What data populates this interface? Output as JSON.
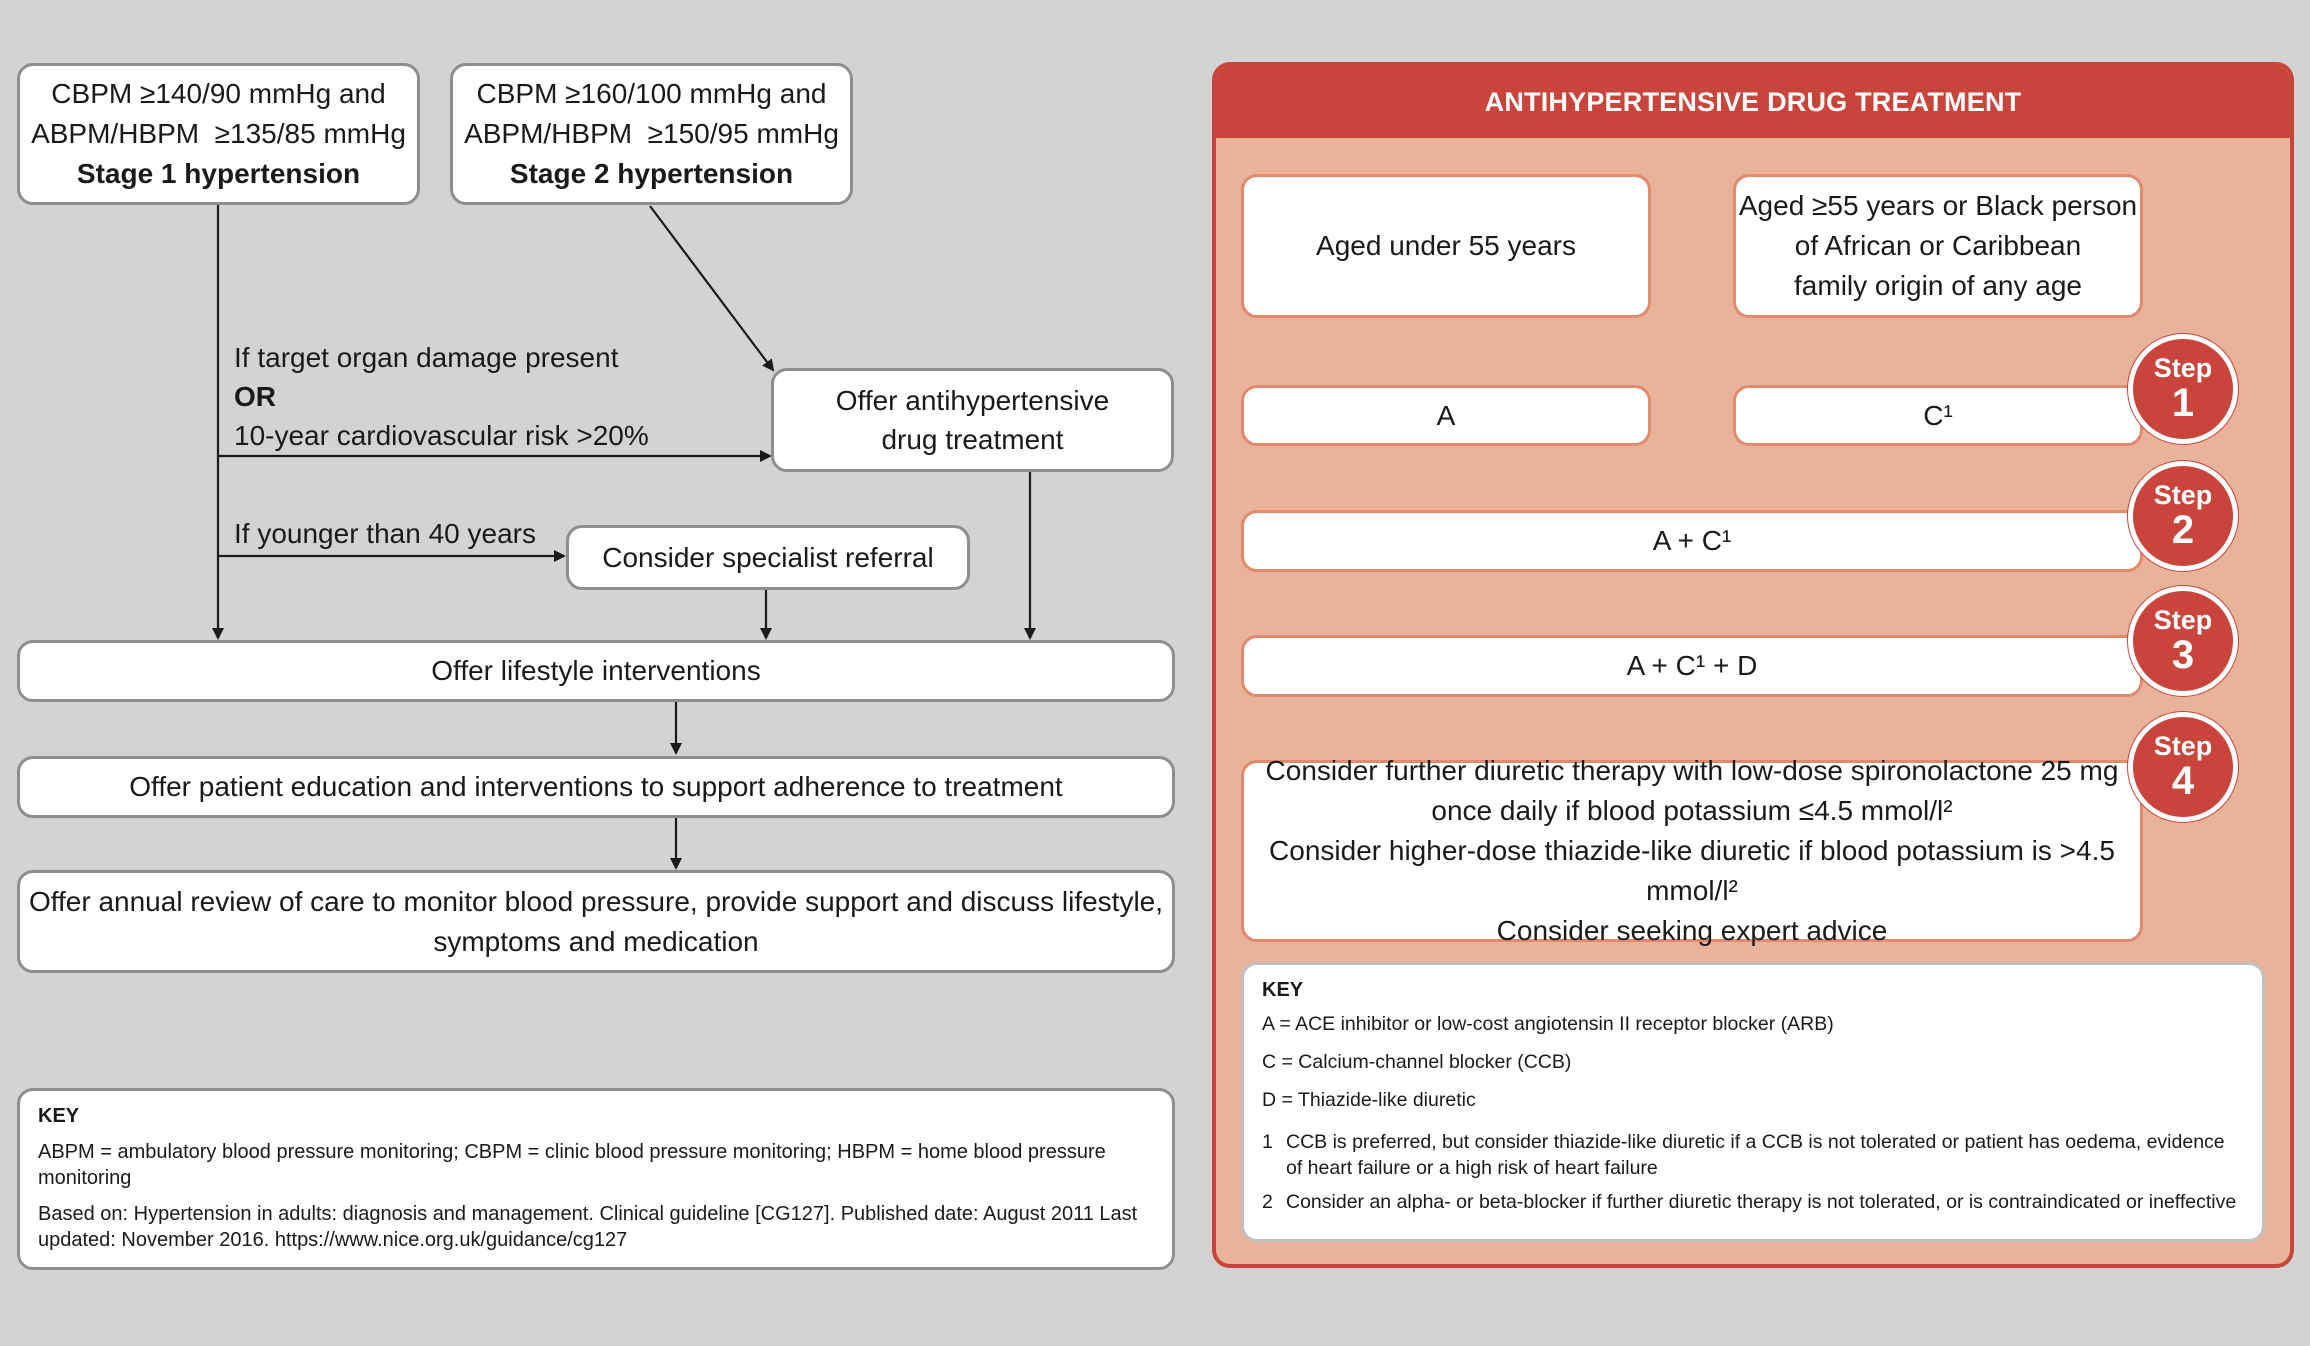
{
  "left": {
    "stage1": {
      "line1": "CBPM ≥140/90 mmHg and",
      "line2": "ABPM/HBPM  ≥135/85 mmHg",
      "title": "Stage 1 hypertension"
    },
    "stage2": {
      "line1": "CBPM ≥160/100 mmHg and",
      "line2": "ABPM/HBPM  ≥150/95 mmHg",
      "title": "Stage 2 hypertension"
    },
    "condition": {
      "line1": "If target organ damage present",
      "or": "OR",
      "line2": "10-year cardiovascular risk >20%"
    },
    "younger": "If younger than 40 years",
    "offer_drug": "Offer antihypertensive drug treatment",
    "specialist": "Consider specialist referral",
    "lifestyle": "Offer lifestyle interventions",
    "education": "Offer patient education and interventions to support adherence to treatment",
    "review": {
      "line1": "Offer annual review of care to monitor blood pressure, provide support and discuss lifestyle,",
      "line2": "symptoms and medication"
    },
    "key": {
      "title": "KEY",
      "abbrev": "ABPM = ambulatory blood pressure monitoring; CBPM = clinic blood pressure monitoring; HBPM = home blood pressure monitoring",
      "source": "Based on: Hypertension in adults: diagnosis and management. Clinical guideline [CG127]. Published date: August 2011 Last updated: November 2016. https://www.nice.org.uk/guidance/cg127"
    }
  },
  "right": {
    "title": "ANTIHYPERTENSIVE DRUG TREATMENT",
    "under55": "Aged under 55 years",
    "over55": {
      "line1": "Aged ≥55 years or Black person",
      "line2": "of African or Caribbean",
      "line3": "family origin of any age"
    },
    "a": "A",
    "c": "C¹",
    "ac": "A + C¹",
    "acd": "A + C¹ + D",
    "step4": {
      "line1": "Consider further diuretic therapy with low-dose spironolactone 25 mg",
      "line2": "once daily if blood potassium ≤4.5 mmol/l²",
      "line3": "Consider higher-dose thiazide-like diuretic if blood potassium is >4.5 mmol/l²",
      "line4": "Consider seeking expert advice"
    },
    "steps": [
      {
        "word": "Step",
        "num": "1"
      },
      {
        "word": "Step",
        "num": "2"
      },
      {
        "word": "Step",
        "num": "3"
      },
      {
        "word": "Step",
        "num": "4"
      }
    ],
    "key": {
      "title": "KEY",
      "a": "A = ACE inhibitor or low-cost angiotensin II receptor blocker (ARB)",
      "c": "C = Calcium-channel blocker (CCB)",
      "d": "D = Thiazide-like diuretic",
      "fn1_num": "1",
      "fn1": "CCB is preferred, but consider thiazide-like diuretic if a CCB is not tolerated or patient has oedema, evidence of heart failure or a high risk of heart failure",
      "fn2_num": "2",
      "fn2": "Consider an alpha- or beta-blocker if further diuretic therapy is not tolerated, or is contraindicated or ineffective"
    }
  },
  "colors": {
    "background": "#d3d3d3",
    "accent": "#c9443a",
    "panel": "#e9b39b",
    "box_border": "#8e8e8e"
  }
}
